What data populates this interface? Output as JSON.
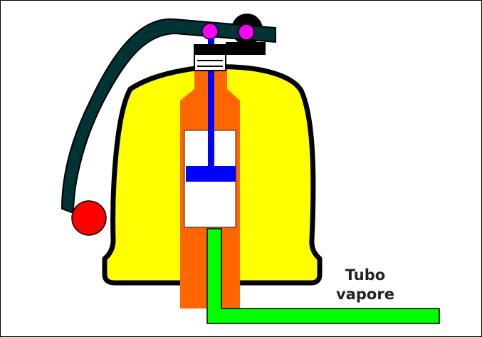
{
  "labels": {
    "tube_line1": "Tubo",
    "tube_line2": "vapore"
  },
  "colors": {
    "dome": "#ffff00",
    "outline": "#000000",
    "inner_column": "#ff6600",
    "piston": "#0000ff",
    "pivots": "#ff00ff",
    "lever": "#003333",
    "counterweight": "#ff0000",
    "steam_tube": "#00ff00",
    "chamber": "#ffffff"
  },
  "icons": [
    "lever-arm",
    "counterweight-ball",
    "pivot-pin",
    "piston",
    "steam-tube"
  ]
}
